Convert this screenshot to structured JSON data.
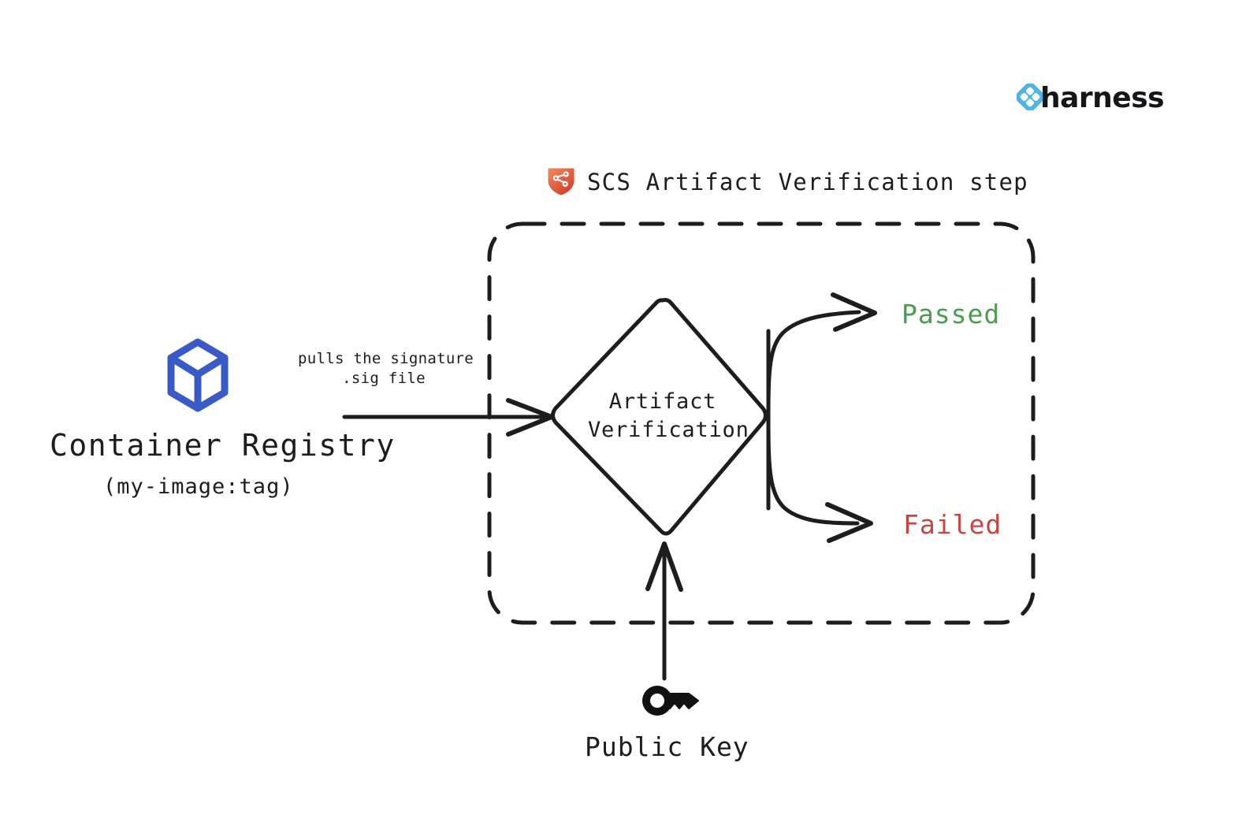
{
  "brand": {
    "name": "harness",
    "logo_icon": "harness-diamond-logo-icon",
    "accent_color": "#4db5e8"
  },
  "step": {
    "title": "SCS Artifact Verification step",
    "icon": "shield-network-icon",
    "icon_color": "#e2603f",
    "container_style": "dashed-rounded-rectangle"
  },
  "source": {
    "icon": "container-cube-icon",
    "icon_color": "#3a5bc7",
    "title": "Container Registry",
    "subtitle": "(my-image:tag)"
  },
  "edges": {
    "pull_label_line1": "pulls the signature",
    "pull_label_line2": ".sig file",
    "passed_arrow": "curved-arrow-up",
    "failed_arrow": "curved-arrow-down",
    "key_arrow": "straight-arrow-up"
  },
  "decision": {
    "shape": "diamond",
    "label_line1": "Artifact",
    "label_line2": "Verification"
  },
  "outcomes": [
    {
      "label": "Passed",
      "color": "#4a9c4e"
    },
    {
      "label": "Failed",
      "color": "#cc4440"
    }
  ],
  "key": {
    "icon": "key-icon",
    "icon_color": "#111111",
    "label": "Public Key"
  }
}
